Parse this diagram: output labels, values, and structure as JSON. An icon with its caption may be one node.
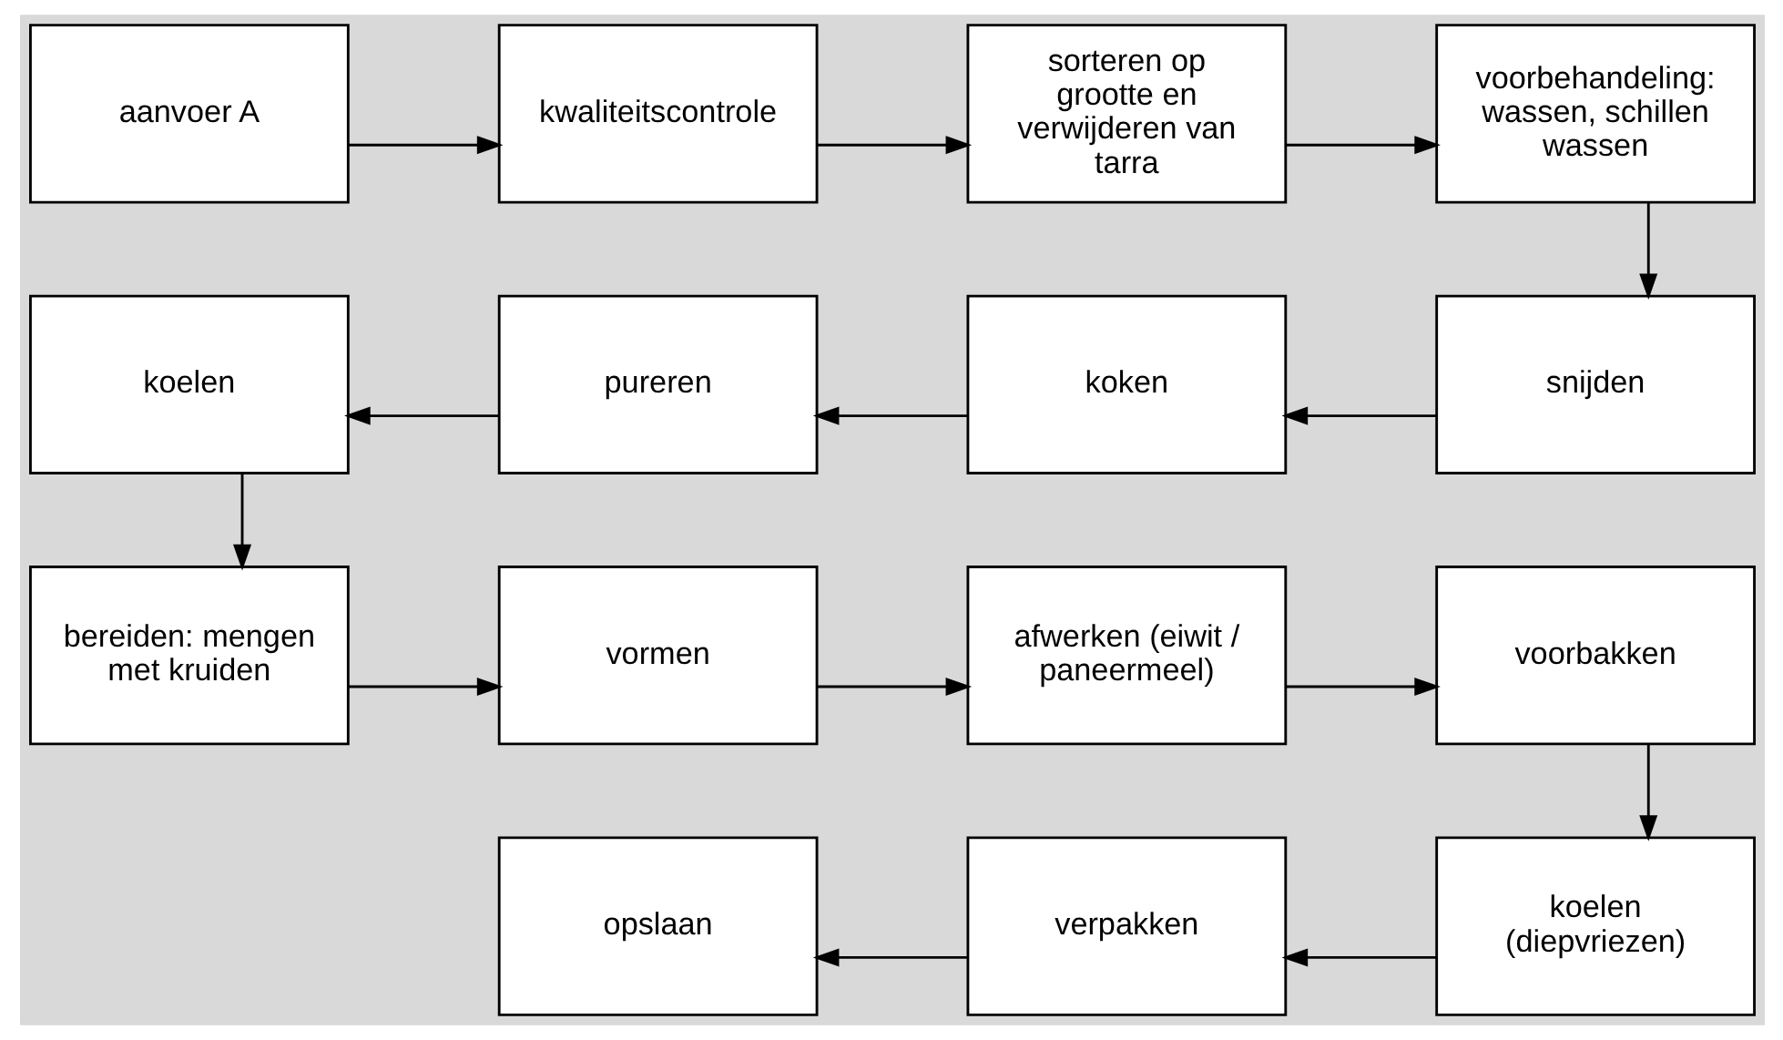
{
  "diagram": {
    "nodes": [
      {
        "text": [
          "aanvoer A"
        ]
      },
      {
        "text": [
          "kwaliteitscontrole"
        ]
      },
      {
        "text": [
          "sorteren op grootte en verwijderen van tarra"
        ]
      },
      {
        "text": [
          "voorbehandeling: wassen, schillen wassen"
        ]
      },
      {
        "text": [
          "koelen"
        ]
      },
      {
        "text": [
          "pureren"
        ]
      },
      {
        "text": [
          "koken"
        ]
      },
      {
        "text": [
          "snijden"
        ]
      },
      {
        "text": [
          "bereiden: mengen met kruiden"
        ]
      },
      {
        "text": [
          "vormen"
        ]
      },
      {
        "text": [
          "afwerken (eiwit / paneermeel)"
        ]
      },
      {
        "text": [
          "voorbakken"
        ]
      },
      {
        "text": [
          "opslaan"
        ]
      },
      {
        "text": [
          "verpakken"
        ]
      },
      {
        "text": [
          "koelen (diepvriezen)"
        ]
      }
    ],
    "edges": [
      {
        "from": 0,
        "to": 1,
        "arrow": "to"
      },
      {
        "from": 1,
        "to": 2,
        "arrow": "to"
      },
      {
        "from": 2,
        "to": 3,
        "arrow": "to"
      },
      {
        "from": 3,
        "to": 7,
        "arrow": "to"
      },
      {
        "from": 7,
        "to": 6,
        "arrow": "to"
      },
      {
        "from": 6,
        "to": 5,
        "arrow": "to"
      },
      {
        "from": 5,
        "to": 4,
        "arrow": "to"
      },
      {
        "from": 4,
        "to": 8,
        "arrow": "to"
      },
      {
        "from": 8,
        "to": 9,
        "arrow": "to"
      },
      {
        "from": 9,
        "to": 10,
        "arrow": "to"
      },
      {
        "from": 10,
        "to": 11,
        "arrow": "to"
      },
      {
        "from": 11,
        "to": 14,
        "arrow": "to"
      },
      {
        "from": 14,
        "to": 13,
        "arrow": "to"
      },
      {
        "from": 13,
        "to": 12,
        "arrow": "to"
      }
    ]
  }
}
